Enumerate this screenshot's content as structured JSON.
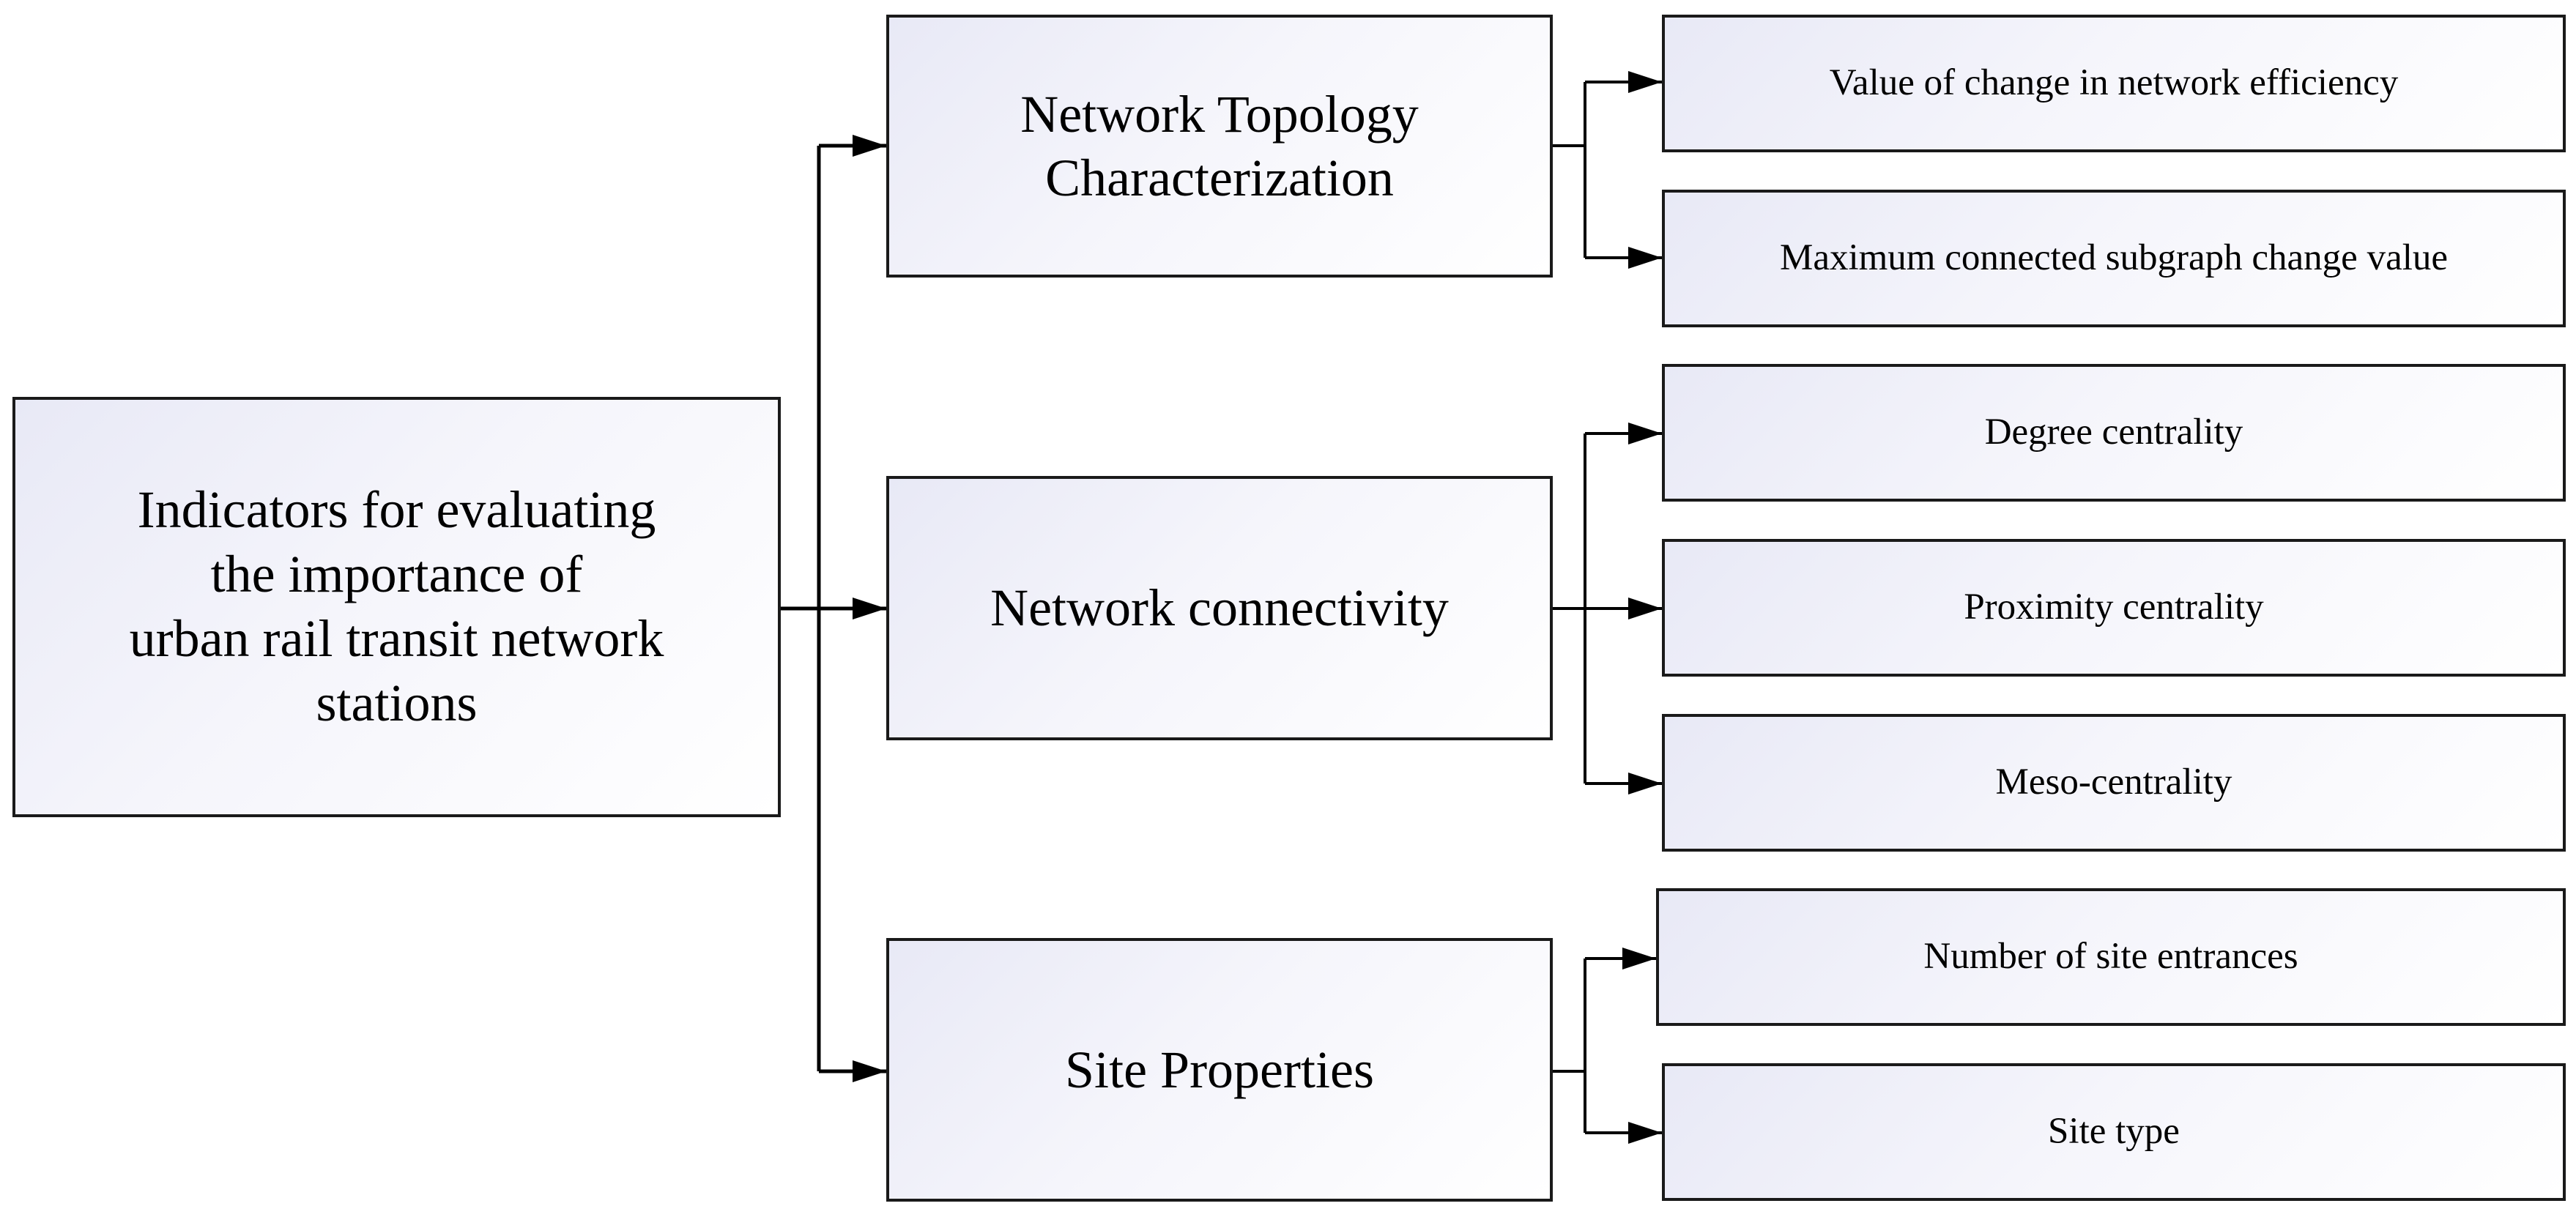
{
  "root": {
    "lines": [
      "Indicators for evaluating",
      "the importance of",
      "urban rail transit network",
      "stations"
    ]
  },
  "categories": [
    {
      "label_lines": [
        "Network Topology",
        "Characterization"
      ],
      "indicators": [
        "Value of change in network efficiency",
        "Maximum connected subgraph change value"
      ]
    },
    {
      "label_lines": [
        "Network connectivity"
      ],
      "indicators": [
        "Degree centrality",
        "Proximity centrality",
        "Meso-centrality"
      ]
    },
    {
      "label_lines": [
        "Site Properties"
      ],
      "indicators": [
        "Number of site entrances",
        "Site type"
      ]
    }
  ],
  "colors": {
    "border": "#1a1a1a",
    "box_fill_start": "#e8e9f6",
    "box_fill_end": "#ffffff"
  }
}
